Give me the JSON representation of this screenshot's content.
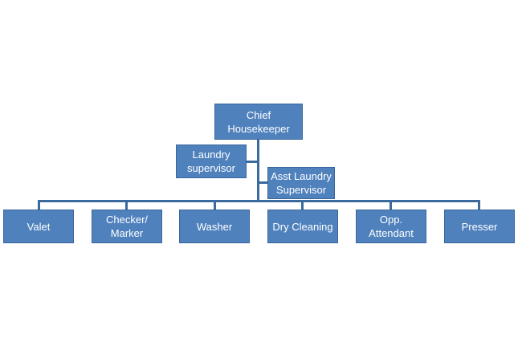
{
  "chart": {
    "top": {
      "line1": "Chief",
      "line2": "Housekeeper"
    },
    "assistants": [
      {
        "line1": "Laundry",
        "line2": "supervisor"
      },
      {
        "line1": "Asst Laundry",
        "line2": "Supervisor"
      }
    ],
    "staff": [
      {
        "line1": "Valet",
        "line2": ""
      },
      {
        "line1": "Checker/",
        "line2": "Marker"
      },
      {
        "line1": "Washer",
        "line2": ""
      },
      {
        "line1": "Dry Cleaning",
        "line2": ""
      },
      {
        "line1": "Opp.",
        "line2": "Attendant"
      },
      {
        "line1": "Presser",
        "line2": ""
      }
    ]
  },
  "colors": {
    "box_fill": "#4f81bd",
    "box_border": "#3a679c",
    "connector": "#3a6a9e",
    "text": "#ffffff"
  }
}
